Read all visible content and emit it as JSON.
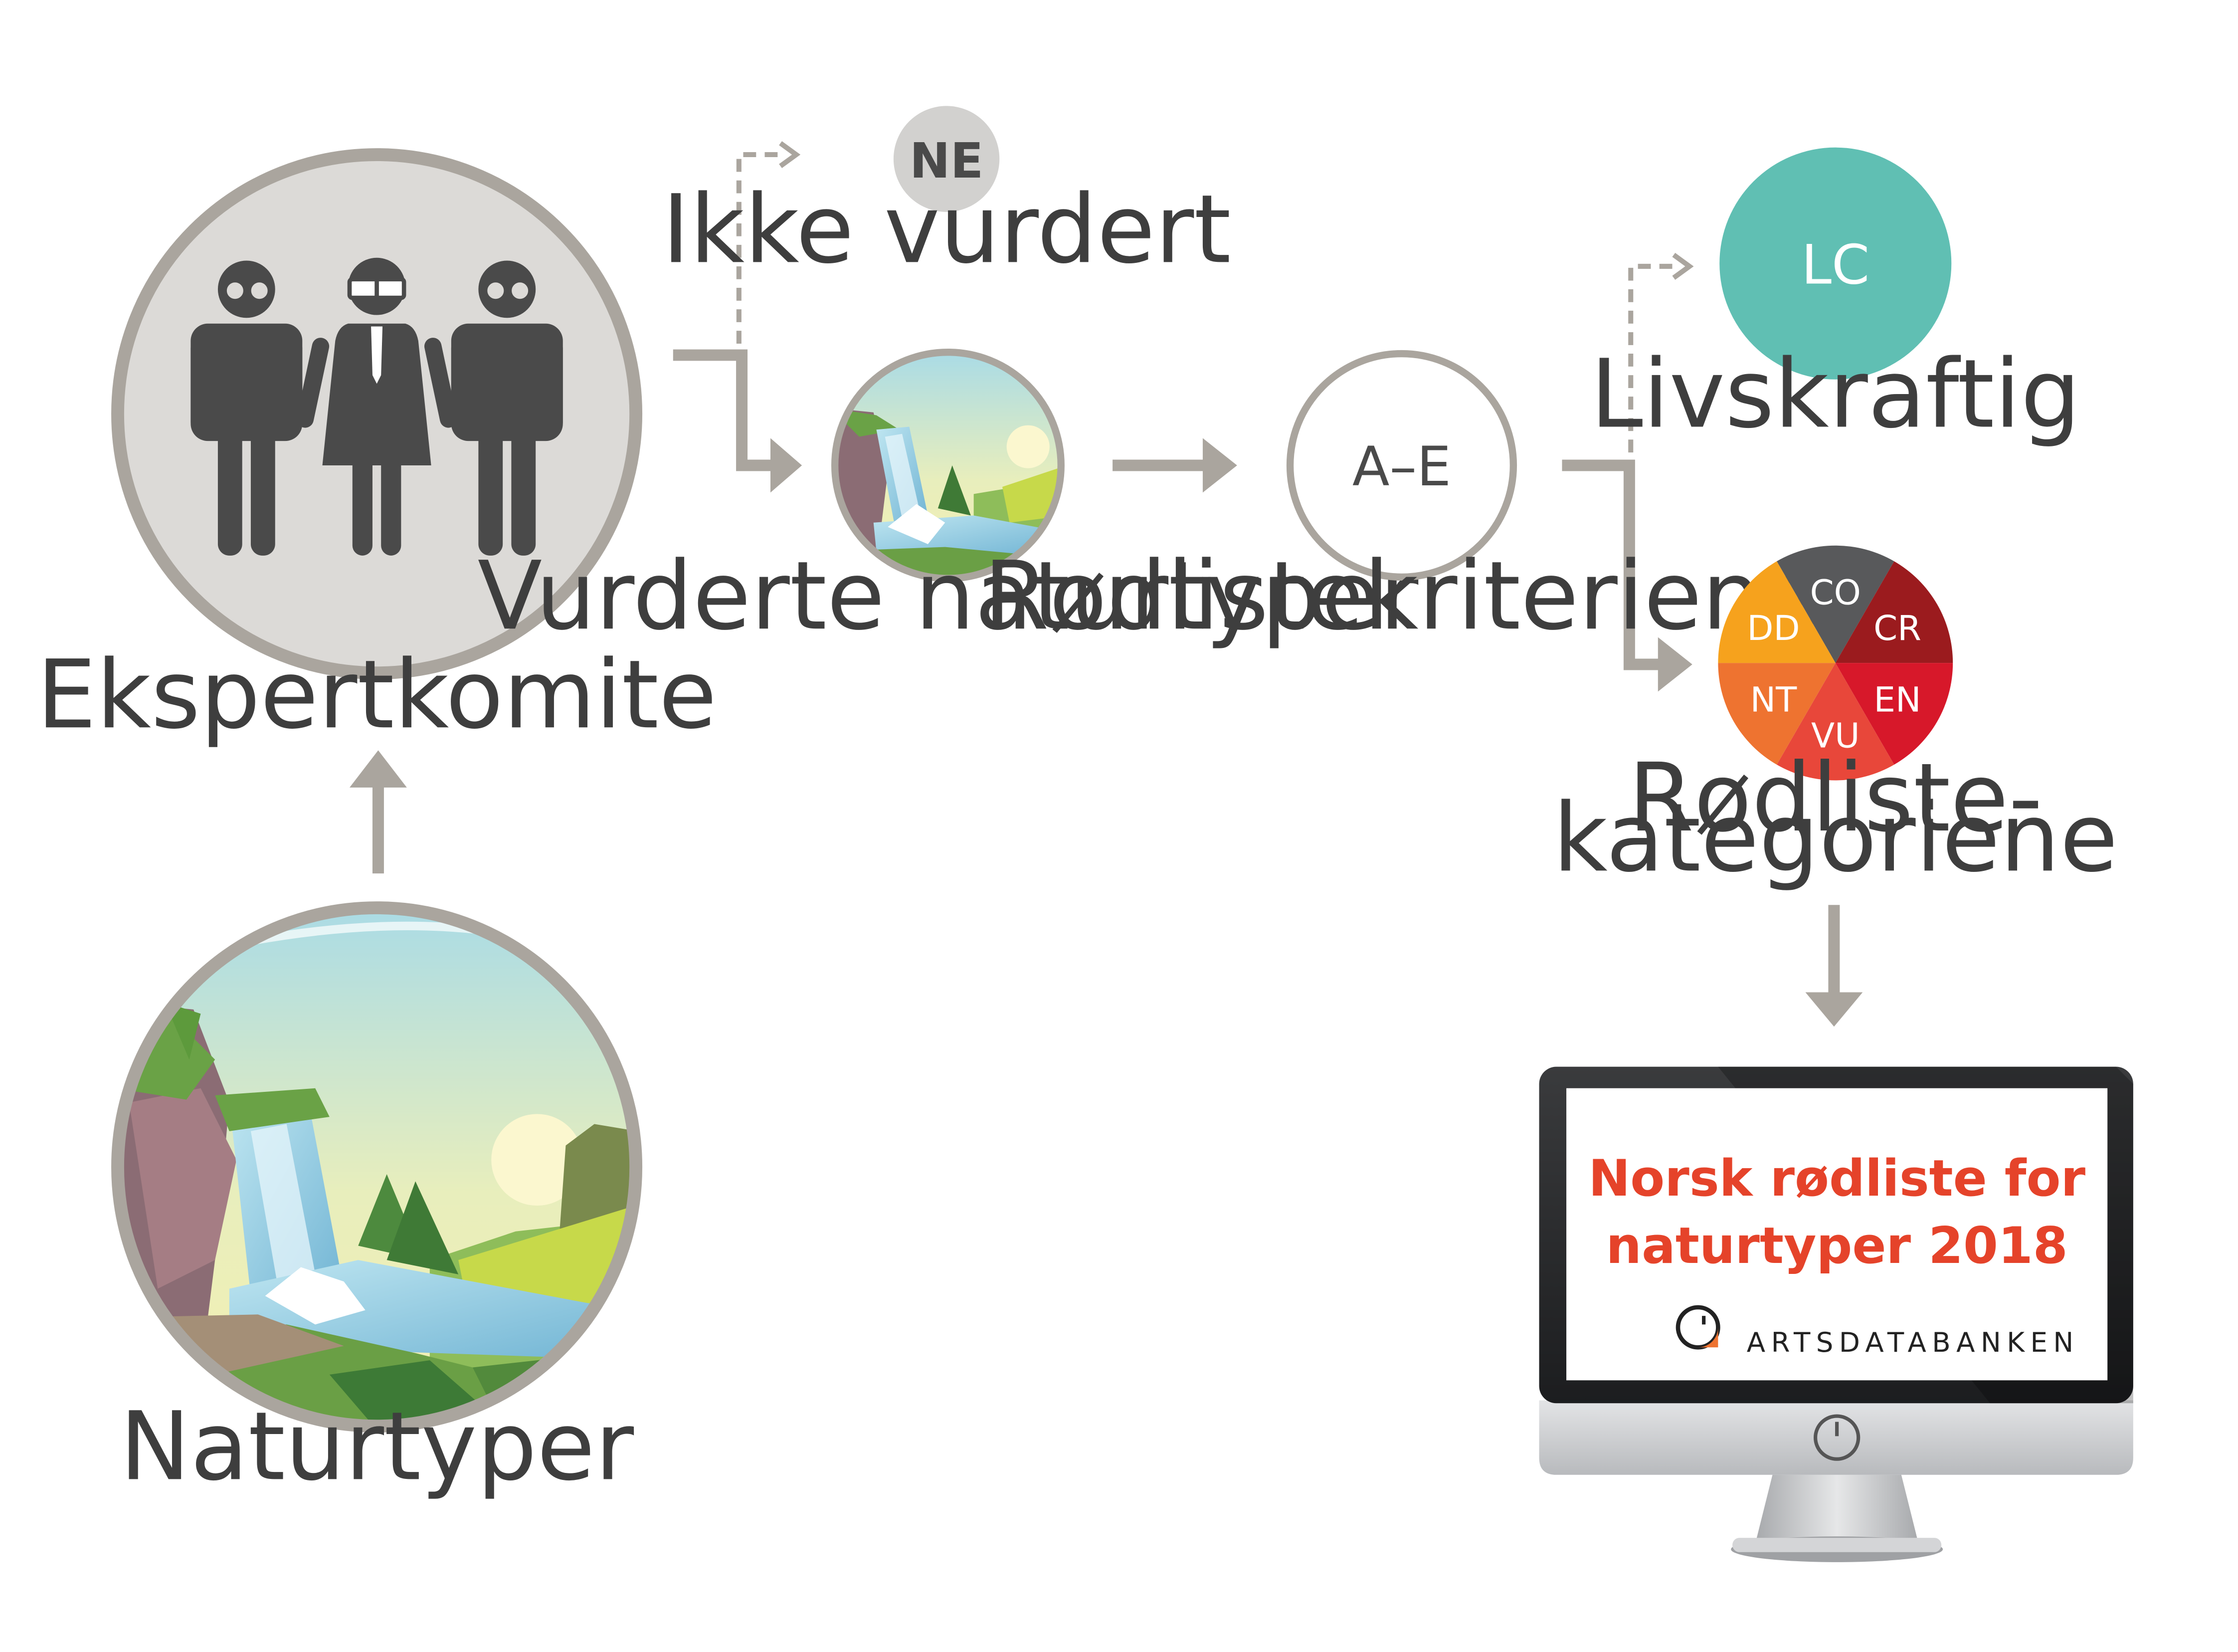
{
  "nodes": {
    "expert": {
      "label": "Ekspertkomite"
    },
    "nature": {
      "label": "Naturtyper"
    },
    "assessed": {
      "label": "Vurderte naturtyper"
    },
    "ne": {
      "code": "NE",
      "label": "Ikke vurdert"
    },
    "criteria": {
      "code": "A–E",
      "label": "Rødlistekriteriene"
    },
    "lc": {
      "code": "LC",
      "label": "Livskraftig"
    },
    "categories": {
      "label_line1": "Rødliste-",
      "label_line2": "kategoriene",
      "slices": [
        {
          "code": "CO",
          "color": "#58595b"
        },
        {
          "code": "CR",
          "color": "#9b1b1e"
        },
        {
          "code": "EN",
          "color": "#d7182a"
        },
        {
          "code": "VU",
          "color": "#e8473a"
        },
        {
          "code": "NT",
          "color": "#ee7330"
        },
        {
          "code": "DD",
          "color": "#f6a21d"
        }
      ]
    }
  },
  "monitor": {
    "title_line1": "Norsk rødliste for",
    "title_line2": "naturtyper 2018",
    "brand": "ARTSDATABANKEN"
  },
  "colors": {
    "arrow": "#aaa59e",
    "ring": "#aaa59e",
    "expert_fill": "#dcdad7",
    "people": "#4a4a4a",
    "ne_fill": "#d2d1cf",
    "lc_fill": "#60bfb3",
    "title_red": "#e5432a"
  },
  "icons": {
    "people": "people-icon",
    "landscape": "waterfall-landscape-icon",
    "monitor": "computer-monitor-icon",
    "logo": "artsdatabanken-logo-icon"
  }
}
